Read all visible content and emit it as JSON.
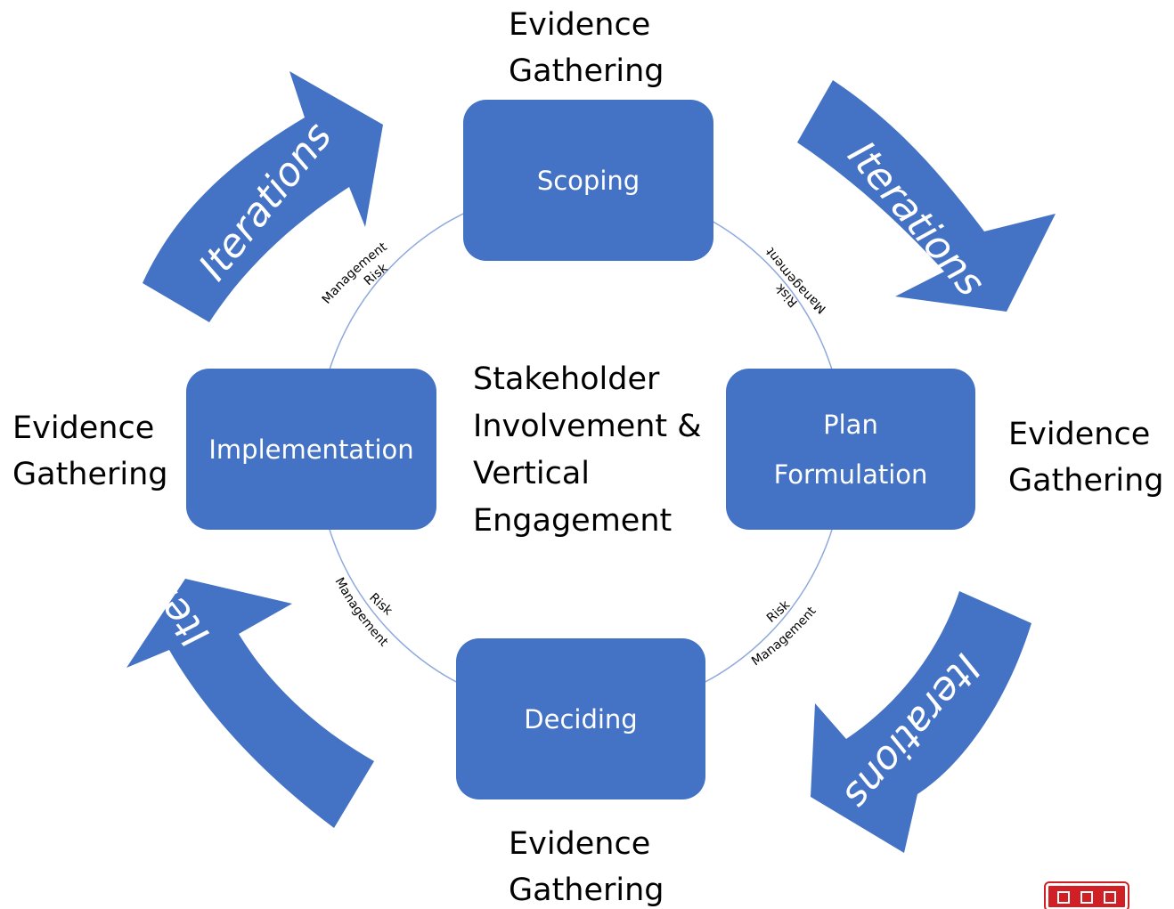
{
  "diagram": {
    "stages": [
      {
        "id": "scoping",
        "label": "Scoping"
      },
      {
        "id": "plan-formulation",
        "lines": [
          "Plan",
          "Formulation"
        ]
      },
      {
        "id": "deciding",
        "label": "Deciding"
      },
      {
        "id": "implementation",
        "label": "Implementation"
      }
    ],
    "evidence_gathering": {
      "line1": "Evidence",
      "line2": "Gathering"
    },
    "center": {
      "line1": "Stakeholder",
      "line2": "Involvement &",
      "line3": "Vertical",
      "line4": "Engagement"
    },
    "iterations_label": "Iterations",
    "risk_management": {
      "line1": "Risk",
      "line2": "Management"
    },
    "colors": {
      "box_fill": "#4472C4",
      "arrow_fill": "#4472C4",
      "cycle_line": "#8FAADC",
      "logo": "#D11F26"
    },
    "logo_icon": "usace-castle-icon"
  }
}
